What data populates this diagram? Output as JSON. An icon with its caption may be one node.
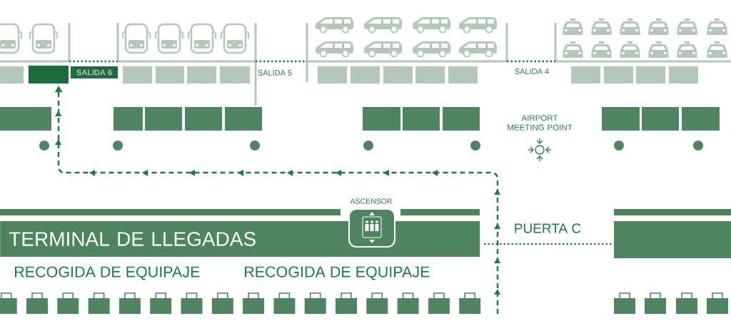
{
  "diagram": {
    "nodes": [
      {
        "text": [
          "TERMINAL DE LLEGADAS"
        ]
      },
      {
        "text": [],
        "shape": "box"
      },
      {
        "text": [
          "SALIDA 6"
        ]
      }
    ],
    "edges": [
      {
        "from": null,
        "to": 1,
        "arrow": "to",
        "style": "dashed"
      }
    ],
    "labels": [
      "SALIDA 5",
      "SALIDA 4",
      "AIRPORT MEETING POINT",
      "ASCENSOR",
      "PUERTA C",
      "RECOGIDA DE EQUIPAJE",
      "RECOGIDA DE EQUIPAJE"
    ]
  }
}
